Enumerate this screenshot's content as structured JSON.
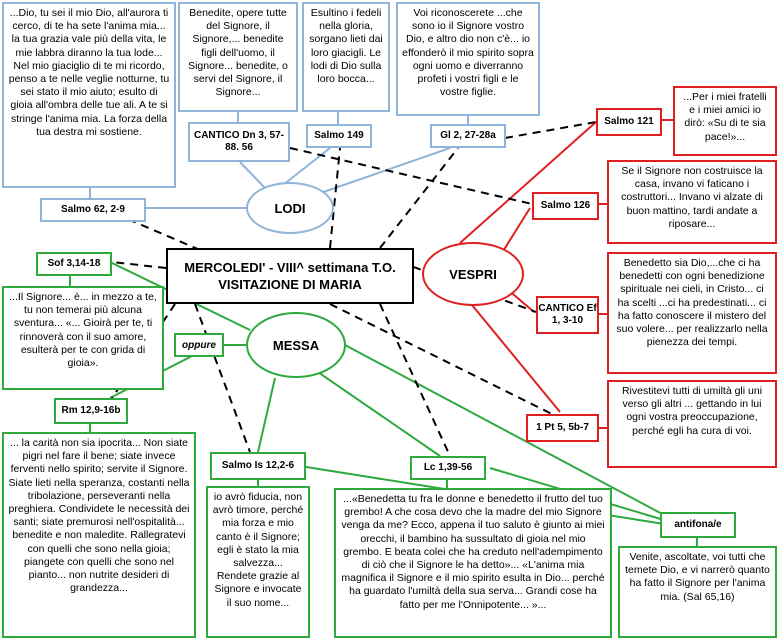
{
  "title": {
    "line1": "MERCOLEDI' - VIII^ settimana T.O.",
    "line2": "VISITAZIONE DI MARIA"
  },
  "ovals": {
    "lodi": "LODI",
    "vespri": "VESPRI",
    "messa": "MESSA"
  },
  "lodi": {
    "salmo62": {
      "label": "Salmo 62, 2-9",
      "text": "...Dio, tu sei il mio Dio, all'aurora ti cerco, di te ha sete l'anima mia... la tua grazia vale più della vita, le mie labbra diranno la tua lode... Nel mio giaciglio di te mi ricordo, penso a te nelle veglie notturne, tu sei stato il mio aiuto; esulto di gioia all'ombra delle tue ali. A te si stringe l'anima mia. La forza della tua destra mi sostiene."
    },
    "cantico": {
      "label": "CANTICO Dn 3, 57-88. 56",
      "text": "Benedite, opere tutte del Signore, il Signore,... benedite figli dell'uomo, il Signore... benedite, o servi del Signore, il Signore..."
    },
    "salmo149": {
      "label": "Salmo 149",
      "text": "Esultino i fedeli nella gloria, sorgano lieti dai loro giacigli. Le lodi di Dio sulla loro bocca..."
    },
    "gl2": {
      "label": "Gl 2, 27-28a",
      "text": "Voi riconoscerete ...che sono io il Signore vostro Dio, e altro dio non c'è... io effonderò il mio spirito sopra ogni uomo e diverranno profeti i vostri figli e le vostre figlie."
    }
  },
  "vespri": {
    "salmo121": {
      "label": "Salmo 121",
      "text": "...Per i miei fratelli e i miei amici io dirò: «Su di te sia pace!»..."
    },
    "salmo126": {
      "label": "Salmo 126",
      "text": "Se il Signore non costruisce la casa, invano vi faticano i costruttori... Invano vi alzate di buon mattino, tardi andate a riposare..."
    },
    "cantico": {
      "label": "CANTICO Ef 1, 3-10",
      "text": "Benedetto sia Dio,...che ci ha benedetti con ogni benedizione spirituale nei cieli, in Cristo... ci ha scelti ...ci ha predestinati... ci ha fatto conoscere il mistero del suo volere... per realizzarlo nella pienezza dei tempi."
    },
    "pt5": {
      "label": "1 Pt 5, 5b-7",
      "text": "Rivestitevi tutti di umiltà gli uni verso gli altri ... gettando in lui ogni vostra preoccupazione, perché egli ha cura di voi."
    }
  },
  "messa": {
    "sof": {
      "label": "Sof 3,14-18",
      "text": "...Il Signore... è... in mezzo a te, tu non temerai più alcuna sventura... «... Gioirà per te, ti rinnoverà con il suo amore, esulterà per te con grida di gioia»."
    },
    "oppure": "oppure",
    "rm": {
      "label": "Rm 12,9-16b",
      "text": "... la carità non sia ipocrita... Non siate pigri nel fare il bene; siate invece ferventi nello spirito; servite il Signore. Siate lieti nella speranza, costanti nella tribolazione, perseveranti nella preghiera. Condividete le necessità dei santi; siate premurosi nell'ospitalità... benedite e non maledite. Rallegratevi con quelli che sono nella gioia; piangete con quelli che sono nel pianto... non nutrite desideri di grandezza..."
    },
    "salmois": {
      "label": "Salmo Is 12,2-6",
      "text": "io avrò fiducia, non avrò timore, perché mia forza e mio canto è il Signore; egli è stato la mia salvezza... Rendete grazie al Signore e invocate il suo nome..."
    },
    "lc": {
      "label": "Lc 1,39-56",
      "text": "...«Benedetta tu fra le donne e benedetto il frutto del tuo grembo! A che cosa devo che la madre del mio Signore venga da me? Ecco, appena il tuo saluto è giunto ai miei orecchi, il bambino ha sussultato di gioia nel mio grembo. E beata colei che ha creduto nell'adempimento di ciò che il Signore le ha detto»... «L'anima mia magnifica il Signore e il mio spirito esulta in Dio... perché ha guardato l'umiltà della sua serva... Grandi cose ha fatto per me l'Onnipotente... »..."
    },
    "antifona": {
      "label": "antifona/e",
      "text": "Venite, ascoltate, voi tutti che temete Dio, e vi narrerò quanto ha fatto il Signore per l'anima mia.",
      "ref": "(Sal 65,16)"
    }
  },
  "colors": {
    "lodi": "#8fb3d9",
    "vespri": "#e02020",
    "messa": "#2eaa3e"
  }
}
